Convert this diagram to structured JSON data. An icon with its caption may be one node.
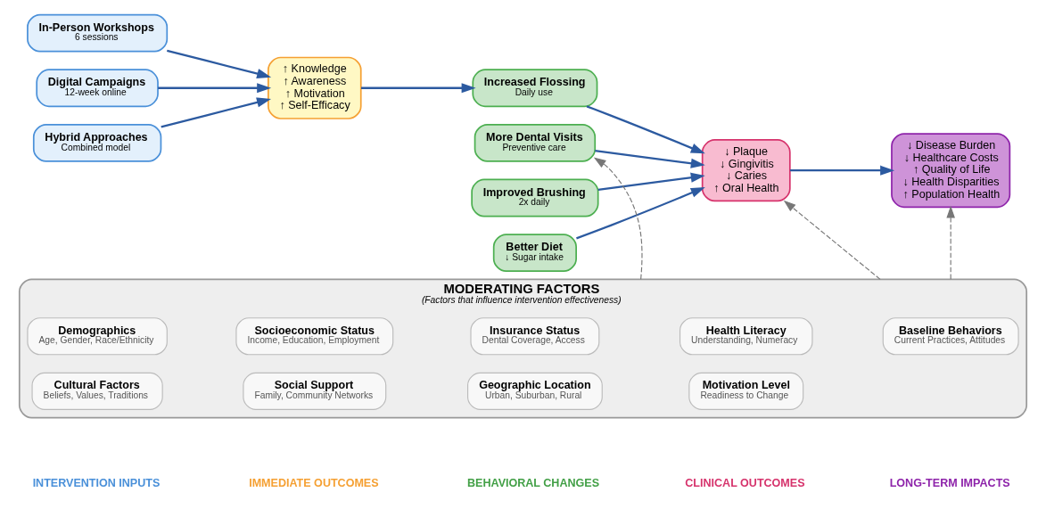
{
  "diagram": {
    "nodes": [
      {
        "text": [
          "In-Person Workshops",
          "6 sessions"
        ]
      },
      {
        "text": [
          "Digital Campaigns",
          "12-week online"
        ]
      },
      {
        "text": [
          "Hybrid Approaches",
          "Combined model"
        ]
      },
      {
        "text": [
          "↑ Knowledge",
          "↑ Awareness",
          "↑ Motivation",
          "↑ Self-Efficacy"
        ]
      },
      {
        "text": [
          "Improved Brushing",
          "2x daily"
        ]
      },
      {
        "text": [
          "Increased Flossing",
          "Daily use"
        ]
      },
      {
        "text": [
          "Better Diet",
          "↓ Sugar intake"
        ]
      },
      {
        "text": [
          "More Dental Visits",
          "Preventive care"
        ]
      },
      {
        "text": [
          "↓ Plaque",
          "↓ Gingivitis",
          "↓ Caries",
          "↑ Oral Health"
        ]
      },
      {
        "text": [
          "↓ Disease Burden",
          "↓ Healthcare Costs",
          "↑ Quality of Life",
          "↓ Health Disparities",
          "↑ Population Health"
        ]
      },
      {
        "text": [
          "MODERATING FACTORS",
          "(Factors that influence intervention effectiveness)"
        ]
      },
      {
        "text": [
          "Demographics",
          "Age, Gender, Race/Ethnicity"
        ],
        "in": 10
      },
      {
        "text": [
          "Socioeconomic Status",
          "Income, Education, Employment"
        ],
        "in": 10
      },
      {
        "text": [
          "Insurance Status",
          "Dental Coverage, Access"
        ],
        "in": 10
      },
      {
        "text": [
          "Health Literacy",
          "Understanding, Numeracy"
        ],
        "in": 10
      },
      {
        "text": [
          "Baseline Behaviors",
          "Current Practices, Attitudes"
        ],
        "in": 10
      },
      {
        "text": [
          "Cultural Factors",
          "Beliefs, Values, Traditions"
        ],
        "in": 10
      },
      {
        "text": [
          "Social Support",
          "Family, Community Networks"
        ],
        "in": 10
      },
      {
        "text": [
          "Geographic Location",
          "Urban, Suburban, Rural"
        ],
        "in": 10
      },
      {
        "text": [
          "Motivation Level",
          "Readiness to Change"
        ],
        "in": 10
      }
    ],
    "edges": [
      {
        "from": 0,
        "to": 3,
        "arrow": "to"
      },
      {
        "from": 1,
        "to": 3,
        "arrow": "to"
      },
      {
        "from": 2,
        "to": 3,
        "arrow": "to"
      },
      {
        "from": 3,
        "to": 5,
        "arrow": "to"
      },
      {
        "from": 4,
        "to": 8,
        "arrow": "to"
      },
      {
        "from": 5,
        "to": 8,
        "arrow": "to"
      },
      {
        "from": 6,
        "to": 8,
        "arrow": "to"
      },
      {
        "from": 7,
        "to": 8,
        "arrow": "to"
      },
      {
        "from": 8,
        "to": 9,
        "arrow": "to"
      },
      {
        "from": 10,
        "to": 7,
        "arrow": "to",
        "style": "dashed",
        "color": "#777777"
      },
      {
        "from": 10,
        "to": 8,
        "arrow": "to",
        "style": "dashed",
        "color": "#777777"
      },
      {
        "from": 10,
        "to": 9,
        "arrow": "to",
        "style": "dashed",
        "color": "#777777"
      }
    ],
    "labels": [
      "INTERVENTION INPUTS",
      "IMMEDIATE OUTCOMES",
      "BEHAVIORAL CHANGES",
      "CLINICAL OUTCOMES",
      "LONG-TERM IMPACTS"
    ]
  }
}
